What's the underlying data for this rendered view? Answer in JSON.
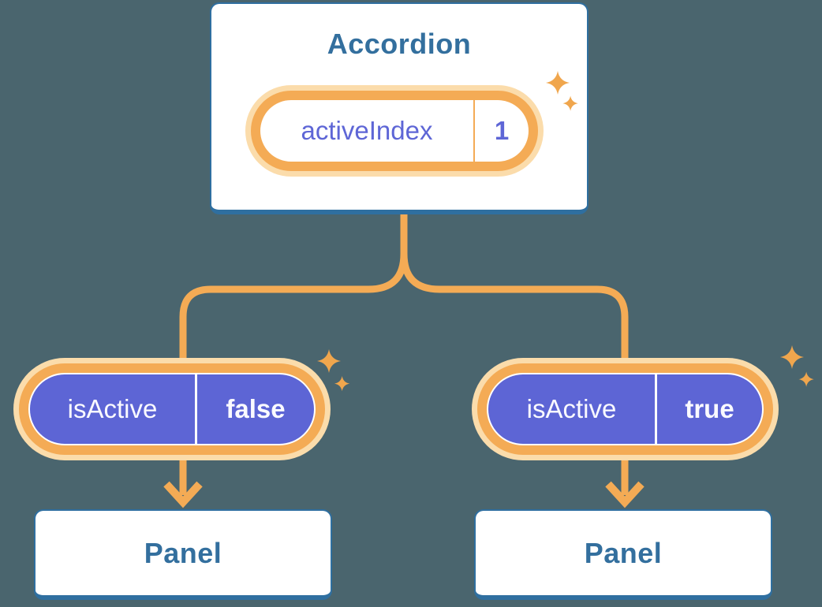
{
  "theme": {
    "bg": "#4a656e",
    "card_bg": "#ffffff",
    "blue_border": "#2f6fa0",
    "blue_text": "#336f9e",
    "orange": "#f4ab55",
    "halo": "#fbdcab",
    "purple": "#5d65d5",
    "purple_text": "#5e66d6",
    "white_text": "#fafaff",
    "sparkle": "#f0a64d"
  },
  "accordion": {
    "title": "Accordion",
    "prop": {
      "name": "activeIndex",
      "value": "1"
    }
  },
  "branches": [
    {
      "prop": {
        "name": "isActive",
        "value": "false"
      },
      "panel": {
        "label": "Panel"
      }
    },
    {
      "prop": {
        "name": "isActive",
        "value": "true"
      },
      "panel": {
        "label": "Panel"
      }
    }
  ]
}
